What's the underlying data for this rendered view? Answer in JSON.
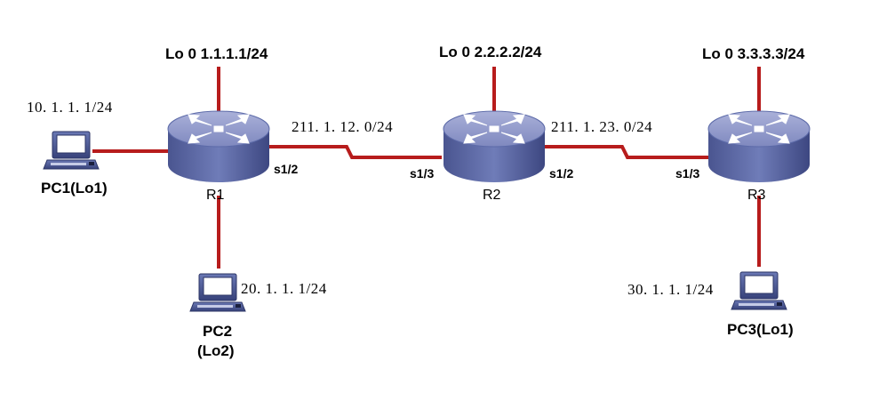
{
  "loopbacks": {
    "r1": "Lo 0 1.1.1.1/24",
    "r2": "Lo 0 2.2.2.2/24",
    "r3": "Lo 0 3.3.3.3/24"
  },
  "routers": {
    "r1": "R1",
    "r2": "R2",
    "r3": "R3"
  },
  "networks": {
    "r1_r2": "211. 1. 12. 0/24",
    "r2_r3": "211. 1. 23. 0/24"
  },
  "ports": {
    "r1_s12": "s1/2",
    "r2_s13": "s1/3",
    "r2_s12": "s1/2",
    "r3_s13": "s1/3"
  },
  "pcs": {
    "pc1_ip": "10. 1. 1. 1/24",
    "pc1_name": "PC1(Lo1)",
    "pc2_ip": "20. 1. 1. 1/24",
    "pc2_name_line1": "PC2",
    "pc2_name_line2": "(Lo2)",
    "pc3_ip": "30. 1. 1. 1/24",
    "pc3_name": "PC3(Lo1)"
  },
  "colors": {
    "link": "#b71c1c",
    "router_top": "#8e96c4",
    "router_side": "#5c6aa8",
    "pc_screen": "#3f4f8f"
  }
}
